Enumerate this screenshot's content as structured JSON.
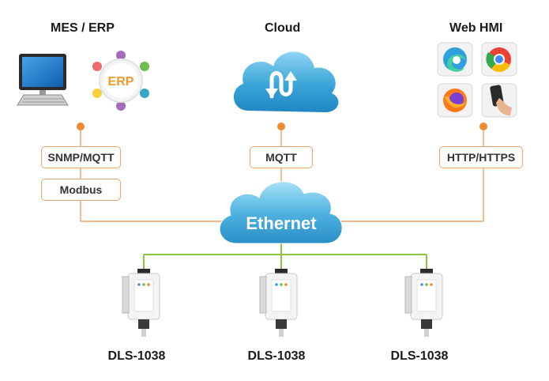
{
  "nodes": {
    "mes_erp": {
      "title": "MES / ERP",
      "badge": "ERP"
    },
    "cloud": {
      "title": "Cloud"
    },
    "web_hmi": {
      "title": "Web HMI"
    }
  },
  "protocols": {
    "snmp_mqtt": "SNMP/MQTT",
    "modbus": "Modbus",
    "mqtt": "MQTT",
    "http_https": "HTTP/HTTPS"
  },
  "network": {
    "label": "Ethernet"
  },
  "devices": [
    {
      "label": "DLS-1038"
    },
    {
      "label": "DLS-1038"
    },
    {
      "label": "DLS-1038"
    }
  ],
  "colors": {
    "connector_orange": "#f0a468",
    "connector_dot": "#ee8a2f",
    "device_link_green": "#8cc63f",
    "cloud_blue": "#3aa5d8",
    "erp_orange": "#f39a2b"
  },
  "icons": {
    "mes_erp": [
      "desktop-computer-icon",
      "erp-hub-icon"
    ],
    "cloud": [
      "cloud-sync-icon"
    ],
    "web_hmi": [
      "edge-browser-icon",
      "chrome-browser-icon",
      "firefox-browser-icon",
      "smartphone-hand-icon"
    ],
    "device": "dls-sensor-device-icon"
  }
}
